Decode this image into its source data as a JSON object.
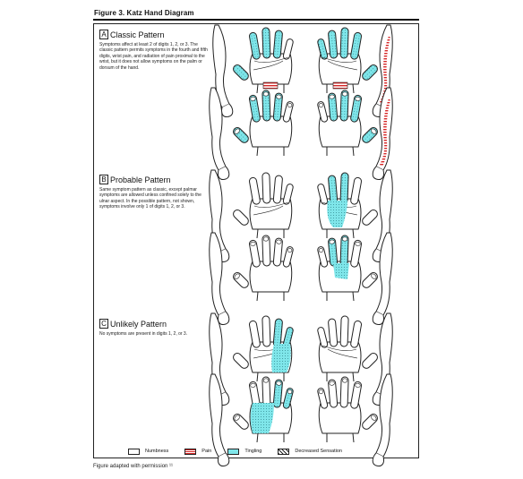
{
  "figure": {
    "title": "Figure 3. Katz Hand Diagram",
    "caption": "Figure adapted with permission ¹¹"
  },
  "patterns": [
    {
      "letter": "A",
      "name": "Classic Pattern",
      "description": "Symptoms affect at least 2 of digits 1, 2, or 3. The classic pattern permits symptoms in the fourth and fifth digits, wrist pain, and radiation of pain proximal to the wrist, but it does not allow symptoms on the palm or dorsum of the hand."
    },
    {
      "letter": "B",
      "name": "Probable Pattern",
      "description": "Same symptom pattern as classic, except palmar symptoms are allowed unless confined solely to the ulnar aspect. In the possible pattern, not shown, symptoms involve only 1 of digits 1, 2, or 3."
    },
    {
      "letter": "C",
      "name": "Unlikely Pattern",
      "description": "No symptoms are present in digits 1, 2, or 3."
    }
  ],
  "legend": {
    "numbness": "Numbness",
    "pain": "Pain",
    "tingling": "Tingling",
    "decreased": "Decreased Sensation"
  },
  "colors": {
    "tingling": "#7fe6ea",
    "pain": "#d62525",
    "outline": "#222222"
  }
}
